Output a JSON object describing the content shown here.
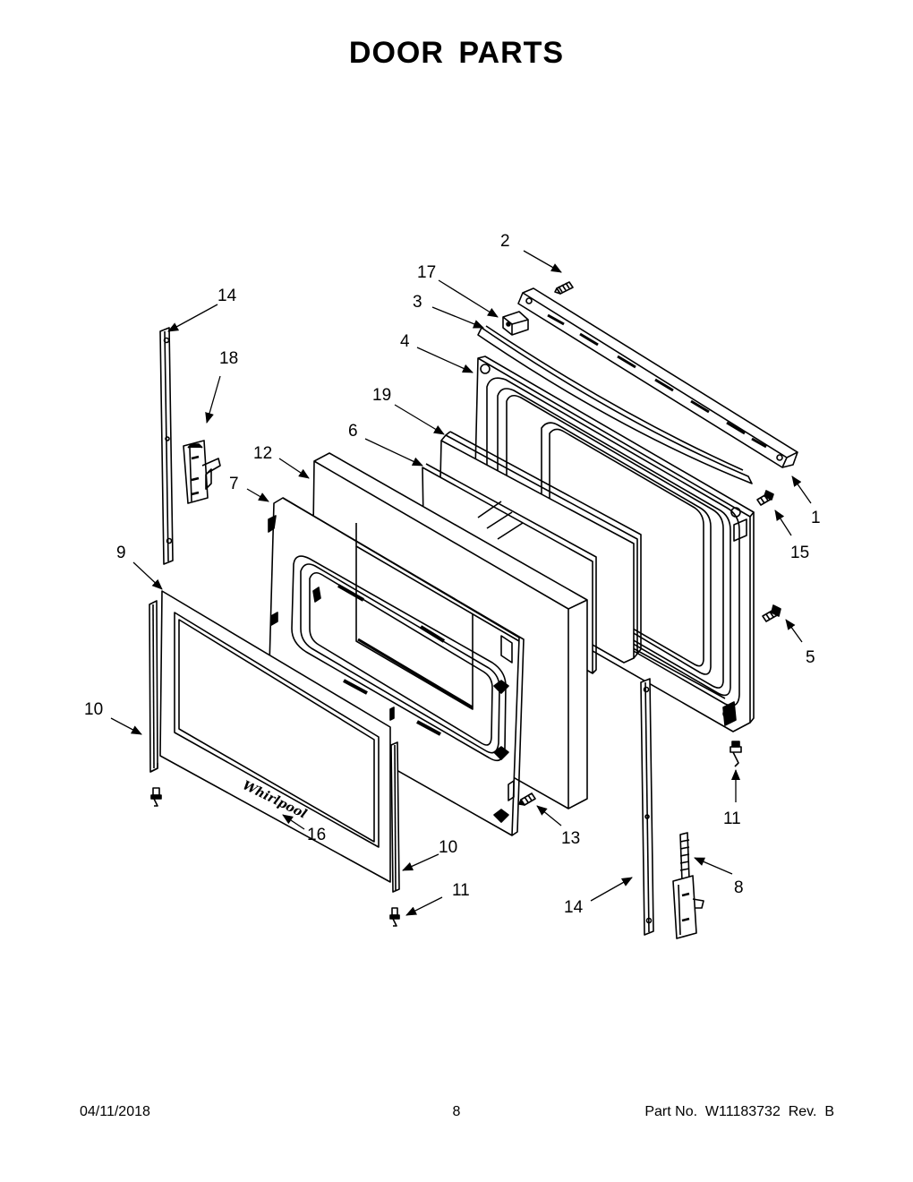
{
  "title": "DOOR PARTS",
  "footer": {
    "date": "04/11/2018",
    "page": "8",
    "part_number": "Part No.  W11183732  Rev.  B"
  },
  "logo_text": "Whirlpool",
  "callouts": {
    "c1": "1",
    "c2": "2",
    "c3": "3",
    "c4": "4",
    "c5": "5",
    "c6": "6",
    "c7": "7",
    "c8": "8",
    "c9": "9",
    "c10a": "10",
    "c10b": "10",
    "c11a": "11",
    "c11b": "11",
    "c12": "12",
    "c13": "13",
    "c14a": "14",
    "c14b": "14",
    "c15": "15",
    "c16": "16",
    "c17": "17",
    "c18": "18",
    "c19": "19"
  }
}
